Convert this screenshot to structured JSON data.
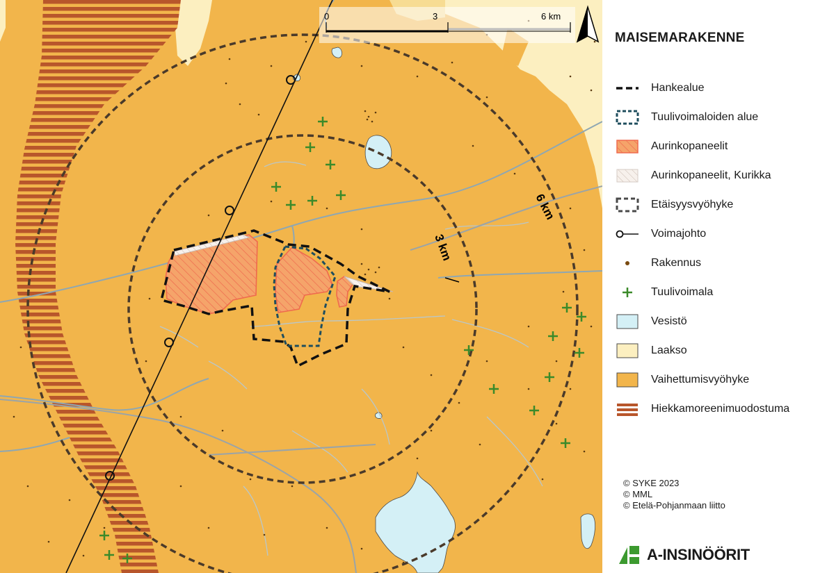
{
  "map": {
    "scale_bar": {
      "ticks": [
        "0",
        "3",
        "6 km"
      ]
    },
    "ring_labels": {
      "inner": "3 km",
      "outer": "6 km"
    },
    "north_arrow_icon": "north-arrow-icon"
  },
  "legend": {
    "title": "MAISEMARAKENNE",
    "items": [
      {
        "label": "Hankealue",
        "icon": "dashed-line-black"
      },
      {
        "label": "Tuulivoimaloiden alue",
        "icon": "dashed-box-teal"
      },
      {
        "label": "Aurinkopaneelit",
        "icon": "hatched-box-red"
      },
      {
        "label": "Aurinkopaneelit, Kurikka",
        "icon": "hatched-box-grey"
      },
      {
        "label": "Etäisyysvyöhyke",
        "icon": "dashed-box-dark"
      },
      {
        "label": "Voimajohto",
        "icon": "power-line-icon"
      },
      {
        "label": "Rakennus",
        "icon": "building-dot-icon"
      },
      {
        "label": "Tuulivoimala",
        "icon": "wind-turbine-cross-icon"
      },
      {
        "label": "Vesistö",
        "icon": "water-box"
      },
      {
        "label": "Laakso",
        "icon": "valley-box"
      },
      {
        "label": "Vaihettumisvyöhyke",
        "icon": "transition-box"
      },
      {
        "label": "Hiekkamoreenimuodostuma",
        "icon": "sand-moraine-stripes"
      }
    ]
  },
  "credits": [
    "© SYKE 2023",
    "© MML",
    "© Etelä-Pohjanmaan liitto"
  ],
  "logo": {
    "text": "A-INSINÖÖRIT"
  },
  "colors": {
    "transition_zone": "#f2b54b",
    "valley": "#fcefc0",
    "water": "#d4f0f6",
    "sand_moraine": "#b8562b",
    "project_area": "#111111",
    "turbine_area": "#1f4e5e",
    "solar_panel": "#f27a5c",
    "turbine": "#3b8a2a",
    "building": "#7a4a10"
  }
}
